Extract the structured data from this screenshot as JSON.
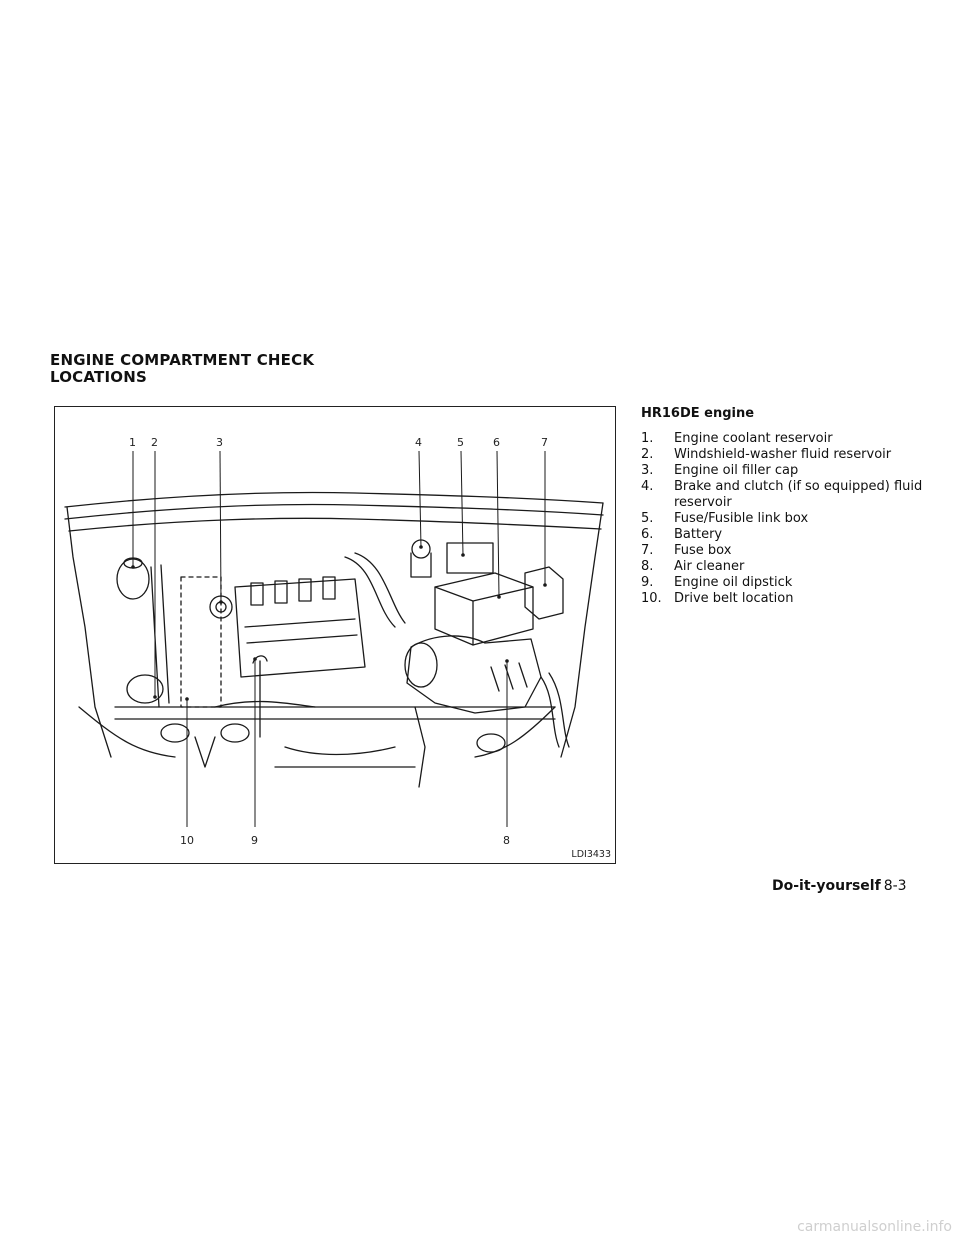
{
  "section": {
    "title_line1": "ENGINE COMPARTMENT CHECK",
    "title_line2": "LOCATIONS"
  },
  "figure": {
    "code": "LDI3433",
    "callouts": [
      "1",
      "2",
      "3",
      "4",
      "5",
      "6",
      "7",
      "8",
      "9",
      "10"
    ]
  },
  "legend": {
    "heading": "HR16DE engine",
    "items": [
      {
        "num": "1.",
        "text": "Engine coolant reservoir"
      },
      {
        "num": "2.",
        "text": "Windshield-washer fluid reservoir"
      },
      {
        "num": "3.",
        "text": "Engine oil filler cap"
      },
      {
        "num": "4.",
        "text": "Brake and clutch (if so equipped) fluid reservoir"
      },
      {
        "num": "5.",
        "text": "Fuse/Fusible link box"
      },
      {
        "num": "6.",
        "text": "Battery"
      },
      {
        "num": "7.",
        "text": "Fuse box"
      },
      {
        "num": "8.",
        "text": "Air cleaner"
      },
      {
        "num": "9.",
        "text": "Engine oil dipstick"
      },
      {
        "num": "10.",
        "text": "Drive belt location"
      }
    ]
  },
  "footer": {
    "chapter": "Do-it-yourself",
    "page": "8-3"
  },
  "watermark": "carmanualsonline.info"
}
